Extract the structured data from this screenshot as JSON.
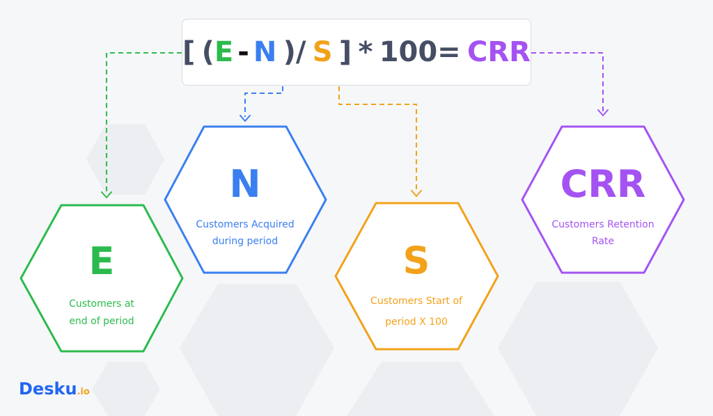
{
  "formula": {
    "open_bracket": "[",
    "open_paren": "(",
    "e": "E",
    "minus": "-",
    "n": "N",
    "close_paren_slash": ")/",
    "s": "S",
    "close_bracket": "]",
    "times": "*",
    "hundred": "100=",
    "crr": "CRR"
  },
  "nodes": {
    "e": {
      "letter": "E",
      "desc_line1": "Customers at",
      "desc_line2": "end of period",
      "color": "#2bbb4c"
    },
    "n": {
      "letter": "N",
      "desc_line1": "Customers Acquired",
      "desc_line2": "during period",
      "color": "#3a7ff0"
    },
    "s": {
      "letter": "S",
      "desc_line1": "Customers Start of",
      "desc_line2": "period X 100",
      "color": "#f2a21a"
    },
    "crr": {
      "letter": "CRR",
      "desc_line1": "Customers Retention",
      "desc_line2": "Rate",
      "color": "#a453f2"
    }
  },
  "brand": {
    "name": "Desku",
    "suffix": ".io",
    "color": "#2166f3",
    "suffix_color": "#f2a21a"
  }
}
